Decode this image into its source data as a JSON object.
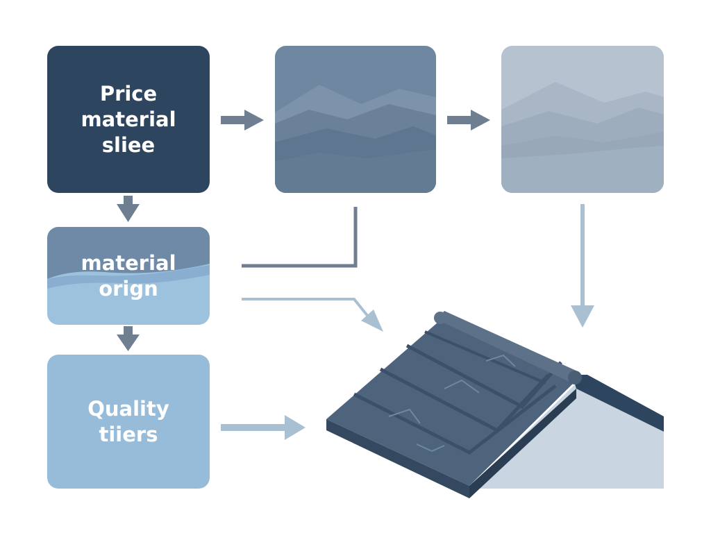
{
  "nodes": {
    "price": {
      "label": "Price\nmaterial\nsliee"
    },
    "origin": {
      "label": "material\norign"
    },
    "quality": {
      "label": "Quality\ntiiers"
    }
  },
  "colors": {
    "dark_navy": "#2e4560",
    "slate": "#6f87a0",
    "pale_slate": "#a9b7c7",
    "light_blue": "#97bcd9",
    "arrow_gray": "#6f7e90",
    "connector_light": "#a9bfd2",
    "roof_tile": "#4e637c",
    "roof_gable": "#c9d5e1"
  },
  "icons": [
    "mountain-landscape-icon",
    "faded-landscape-icon",
    "roof-tiles-illustration"
  ]
}
